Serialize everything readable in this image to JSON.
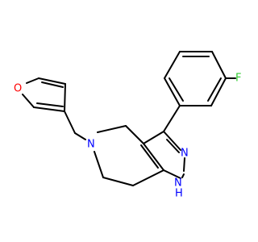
{
  "molecule": {
    "atoms": {
      "fluorine": {
        "symbol": "F",
        "color": "#33CC33"
      },
      "oxygen": {
        "symbol": "O",
        "color": "#FF0000"
      },
      "nitrogen_ring": {
        "symbol": "N",
        "color": "#0000FF"
      },
      "nitrogen_pyrazole": {
        "symbol": "N",
        "color": "#0000FF"
      },
      "nitrogen_nh": {
        "symbol": "N",
        "color": "#0000FF"
      },
      "hydrogen_nh": {
        "symbol": "H",
        "color": "#0000FF"
      }
    },
    "bond_color": "#000000"
  }
}
